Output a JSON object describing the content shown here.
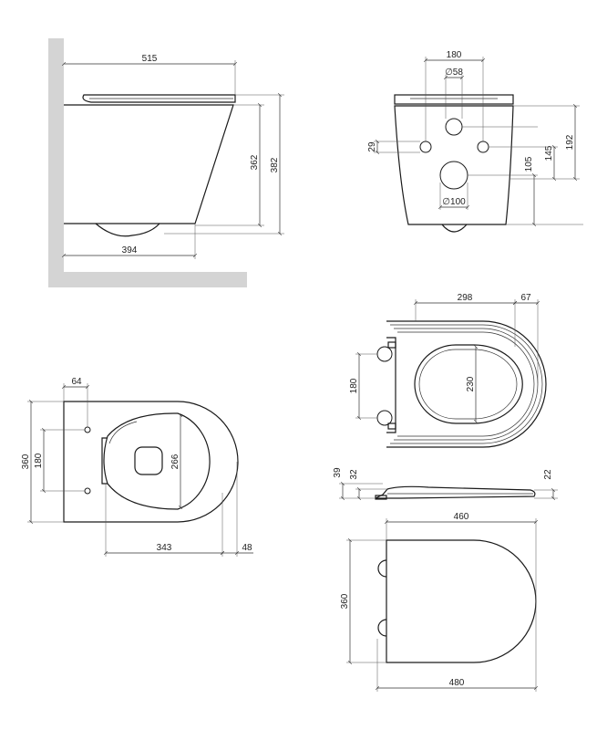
{
  "side_view": {
    "depth_total": "515",
    "depth_bowl": "394",
    "height_bowl": "362",
    "height_total": "382"
  },
  "rear_view": {
    "bolt_spacing": "180",
    "inlet_diameter": "∅58",
    "outlet_diameter": "∅100",
    "bolt_hole_offset": "29",
    "bolt_height": "145",
    "outlet_height": "105",
    "inlet_height": "192"
  },
  "top_view": {
    "hole_offset": "64",
    "width": "360",
    "hole_spacing": "180",
    "opening_length": "266",
    "bowl_length": "343",
    "rim_front": "48"
  },
  "seat_top_view": {
    "seat_length": "298",
    "seat_overhang": "67",
    "hinge_spacing": "180",
    "opening_width": "230"
  },
  "seat_side_view": {
    "hinge_height": "39",
    "seat_thickness_rear": "32",
    "seat_thickness_front": "22"
  },
  "lid_top_view": {
    "lid_length": "460",
    "lid_width": "360",
    "lid_overall_length": "480"
  }
}
